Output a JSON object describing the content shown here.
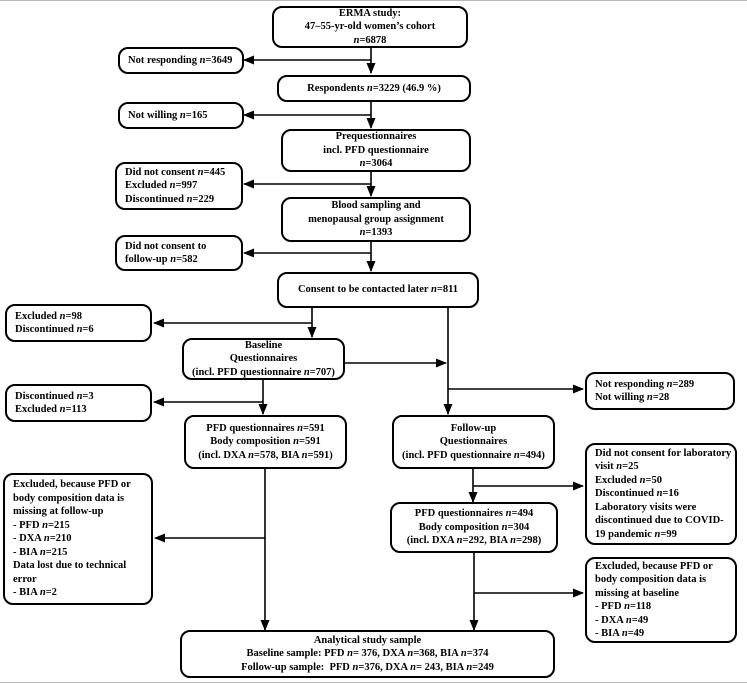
{
  "colors": {
    "line": "#000000",
    "box_border": "#000000",
    "box_fill": "#ffffff",
    "text": "#000000",
    "background": "#ffffff"
  },
  "boxes": {
    "erma": {
      "lines": [
        "ERMA study:",
        "47–55-yr-old women’s cohort",
        "n=6878"
      ]
    },
    "not_responding_initial": {
      "lines": [
        "Not responding n=3649"
      ]
    },
    "respondents": {
      "lines": [
        "Respondents n=3229 (46.9 %)"
      ]
    },
    "not_willing": {
      "lines": [
        "Not willing n=165"
      ]
    },
    "prequestionnaires": {
      "lines": [
        "Prequestionnaires",
        "incl. PFD questionnaire",
        "n=3064"
      ]
    },
    "no_consent_preq": {
      "lines": [
        "Did not consent n=445",
        "Excluded n=997",
        "Discontinued n=229"
      ]
    },
    "blood_sampling": {
      "lines": [
        "Blood sampling and",
        "menopausal group assignment",
        "n=1393"
      ]
    },
    "no_consent_followup": {
      "lines": [
        "Did not consent to",
        "follow-up n=582"
      ]
    },
    "consent_later": {
      "lines": [
        "Consent to be contacted later n=811"
      ]
    },
    "excluded_98": {
      "lines": [
        "Excluded n=98",
        "Discontinued n=6"
      ]
    },
    "baseline_questionnaires": {
      "lines": [
        "Baseline",
        "Questionnaires",
        "(incl. PFD questionnaire n=707)"
      ]
    },
    "discontinued_3": {
      "lines": [
        "Discontinued n=3",
        "Excluded n=113"
      ]
    },
    "not_responding_followup": {
      "lines": [
        "Not responding n=289",
        "Not willing n=28"
      ]
    },
    "pfd_baseline": {
      "lines": [
        "PFD questionnaires n=591",
        "Body composition n=591",
        "(incl. DXA n=578, BIA n=591)"
      ]
    },
    "followup_questionnaires": {
      "lines": [
        "Follow-up",
        "Questionnaires",
        "(incl. PFD questionnaire n=494)"
      ]
    },
    "no_consent_lab": {
      "lines": [
        "Did not consent for laboratory",
        "visit n=25",
        "Excluded n=50",
        "Discontinued n=16",
        "Laboratory visits were",
        "discontinued due to COVID-",
        "19 pandemic n=99"
      ]
    },
    "excluded_followup": {
      "lines": [
        "Excluded, because PFD or",
        "body composition data is",
        "missing at follow-up",
        "- PFD n=215",
        "- DXA n=210",
        "- BIA n=215",
        "Data lost due to technical",
        "error",
        "- BIA n=2"
      ]
    },
    "pfd_followup": {
      "lines": [
        "PFD questionnaires n=494",
        "Body composition n=304",
        "(incl. DXA n=292, BIA n=298)"
      ]
    },
    "excluded_baseline": {
      "lines": [
        "Excluded, because PFD or",
        "body composition data is",
        "missing at baseline",
        "- PFD n=118",
        "- DXA n=49",
        "- BIA n=49"
      ]
    },
    "analytical": {
      "lines": [
        "Analytical study sample",
        "Baseline sample: PFD n= 376, DXA n=368, BIA n=374",
        "Follow-up sample:  PFD n=376, DXA n= 243, BIA n=249"
      ]
    }
  }
}
